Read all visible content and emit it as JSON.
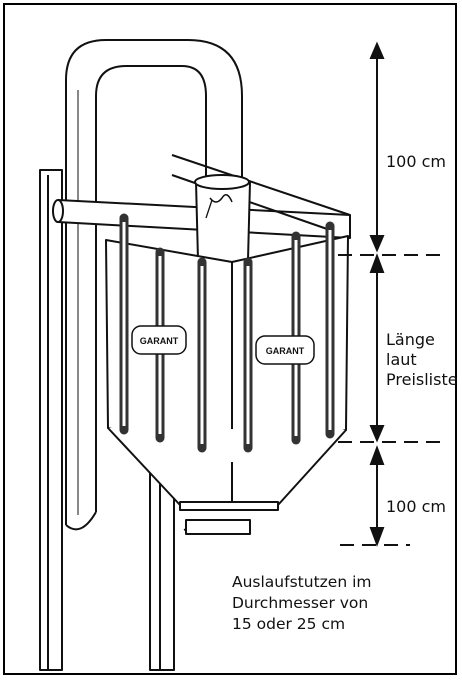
{
  "dimensions": {
    "top": "100 cm",
    "middle": [
      "Länge",
      "laut",
      "Preisliste"
    ],
    "bottom": "100 cm"
  },
  "note": [
    "Auslaufstutzen im",
    "Durchmesser von",
    "15 oder 25 cm"
  ],
  "bag": {
    "brand_logo": "GARANT"
  },
  "colors": {
    "ink": "#111111",
    "bag_fill": "#ffffff",
    "strap": "#555555"
  }
}
